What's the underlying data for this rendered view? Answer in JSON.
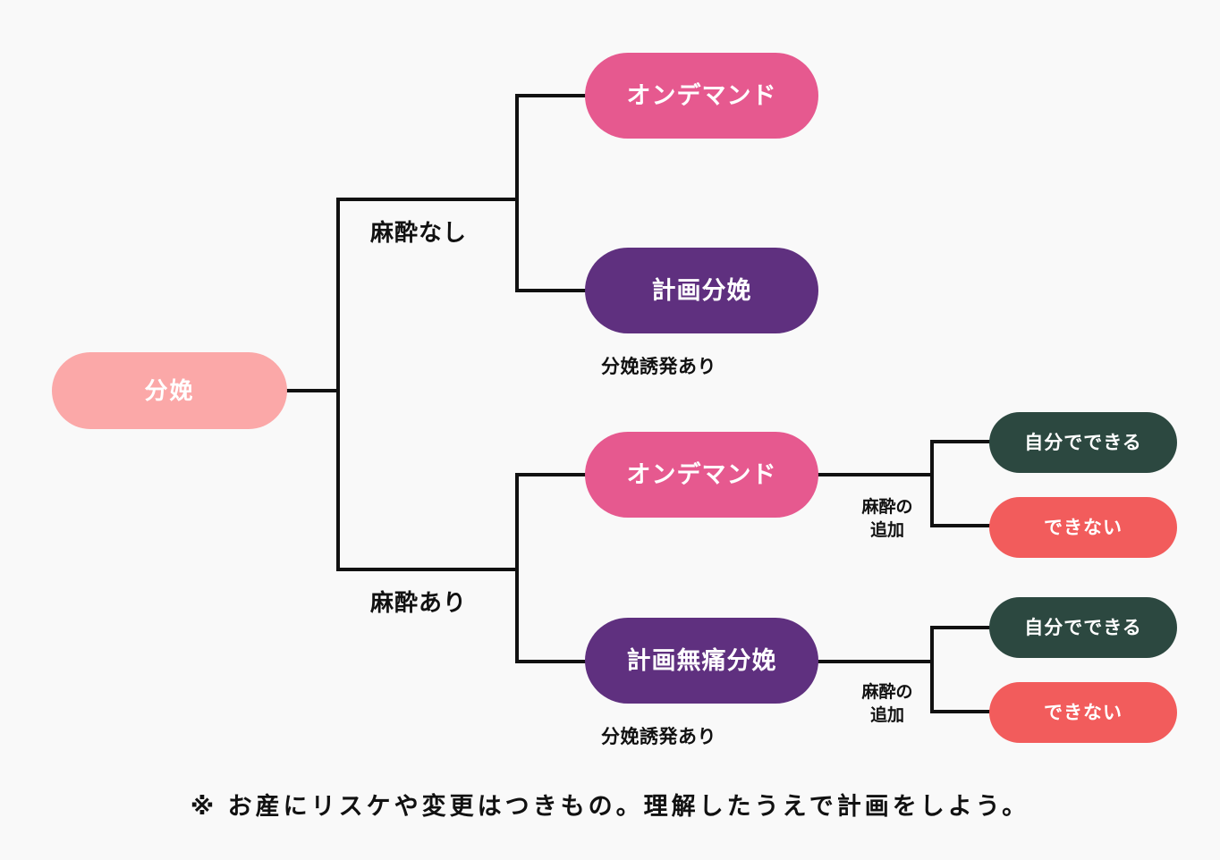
{
  "diagram": {
    "title_text": "分娩",
    "colors": {
      "background": "#F9F9F9",
      "root_pink": "#FBA8A8",
      "bright_pink": "#E6598F",
      "purple": "#5F307F",
      "dark_green": "#2C4840",
      "coral_red": "#F25C5C",
      "line": "#111111",
      "text_on_node": "#FFFFFF",
      "text_dark": "#111111"
    },
    "root": {
      "label": "分娩"
    },
    "branch_labels": {
      "no_anesthesia": "麻酔なし",
      "with_anesthesia": "麻酔あり",
      "add_anesthesia_top": "麻酔の\n追加",
      "add_anesthesia_top_line1": "麻酔の",
      "add_anesthesia_top_line2": "追加",
      "add_anesthesia_bottom_line1": "麻酔の",
      "add_anesthesia_bottom_line2": "追加"
    },
    "nodes": {
      "ondemand_top": "オンデマンド",
      "keikaku_bunben": "計画分娩",
      "ondemand_bottom": "オンデマンド",
      "keikaku_mutsu_bunben": "計画無痛分娩",
      "leaf_self_top": "自分でできる",
      "leaf_cannot_top": "できない",
      "leaf_self_bottom": "自分でできる",
      "leaf_cannot_bottom": "できない"
    },
    "captions": {
      "induction_top": "分娩誘発あり",
      "induction_bottom": "分娩誘発あり"
    },
    "footnote": "※ お産にリスケや変更はつきもの。理解したうえで計画をしよう。"
  }
}
